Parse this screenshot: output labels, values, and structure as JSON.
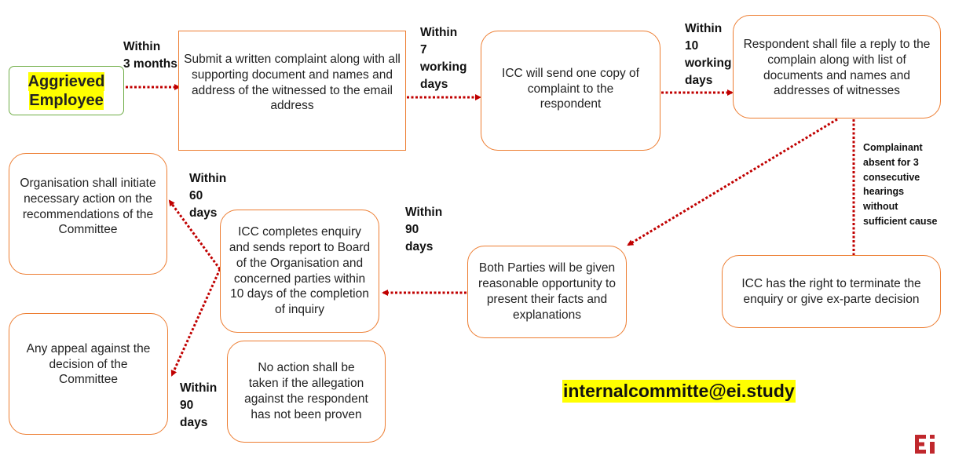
{
  "nodes": {
    "aggrieved": {
      "line1": "Aggrieved",
      "line2": "Employee"
    },
    "submit": "Submit a written complaint along with all supporting document and names and address of the witnessed to the email address",
    "icc_send": "ICC will send one copy of complaint to the respondent",
    "respondent_reply": "Respondent shall file a reply to the complain along with list of documents and names and addresses of witnesses",
    "icc_terminate": "ICC has the right to terminate the enquiry or give ex-parte decision",
    "both_parties": "Both Parties will be given reasonable opportunity to present their facts and explanations",
    "icc_completes": "ICC completes enquiry and sends report to Board of the Organisation and concerned parties within 10 days of the completion of inquiry",
    "org_action": "Organisation shall initiate necessary action on the recommendations of the Committee",
    "appeal": "Any appeal against the decision of the Committee",
    "no_action": "No action shall be taken if the allegation against the respondent has not been proven"
  },
  "labels": {
    "within_3_months": [
      "Within",
      "3 months"
    ],
    "within_7_days": [
      "Within",
      "7",
      "working",
      "days"
    ],
    "within_10_days": [
      "Within",
      "10",
      "working",
      "days"
    ],
    "complainant_absent": [
      "Complainant",
      "absent for 3",
      "consecutive",
      "hearings",
      "without",
      "sufficient cause"
    ],
    "within_90_days_a": [
      "Within",
      "90",
      "days"
    ],
    "within_60_days": [
      "Within",
      "60",
      "days"
    ],
    "within_90_days_b": [
      "Within",
      "90",
      "days"
    ]
  },
  "email": "internalcommitte@ei.study",
  "logo_text": "Ei",
  "colors": {
    "box_border": "#ed7d31",
    "start_border": "#70ad47",
    "arrow": "#c00000",
    "highlight": "#ffff00",
    "logo": "#c0282d"
  }
}
